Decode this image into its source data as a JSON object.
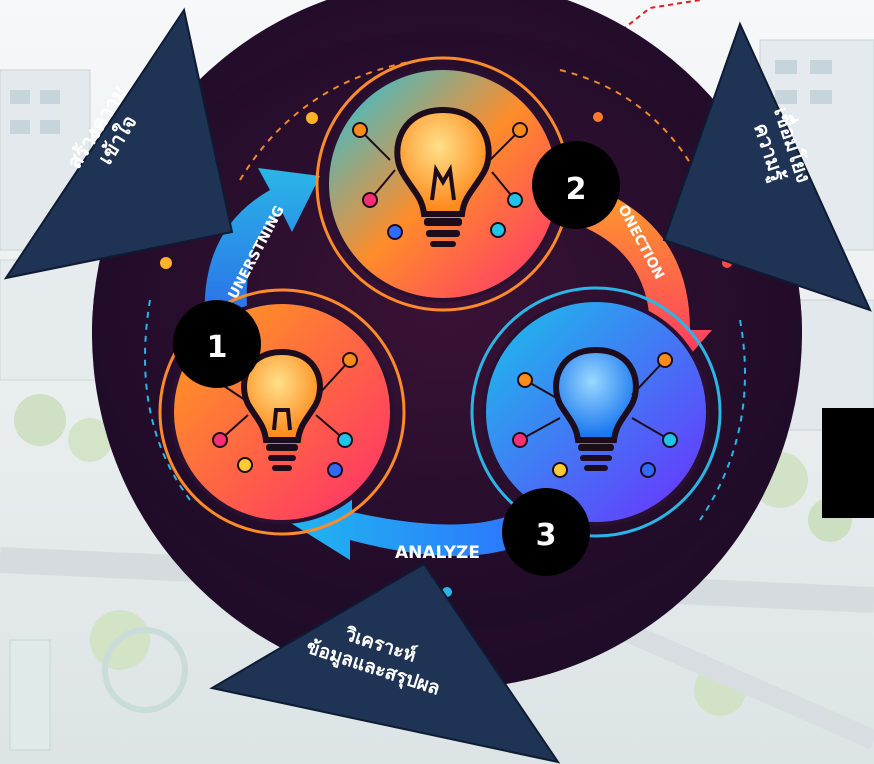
{
  "arrows": {
    "understand": "UNERSTNING",
    "connection": "ONECTION",
    "analyze": "ANALYZE"
  },
  "steps": {
    "one": "1",
    "two": "2",
    "three": "3"
  },
  "triangles": {
    "left_line1": "สร้างความ",
    "left_line2": "เข้าใจ",
    "right_line1": "เชื่อมโยง",
    "right_line2": "ความรู้",
    "bottom_line1": "วิเคราะห์",
    "bottom_line2": "ข้อมูลและสรุปผล"
  },
  "colors": {
    "dark_circle": "#2a0f2c",
    "triangle": "#1f3355",
    "orange": "#ff8c1a",
    "pink": "#ff2e74",
    "cyan": "#1fc4e8",
    "blue": "#2f6bff"
  }
}
